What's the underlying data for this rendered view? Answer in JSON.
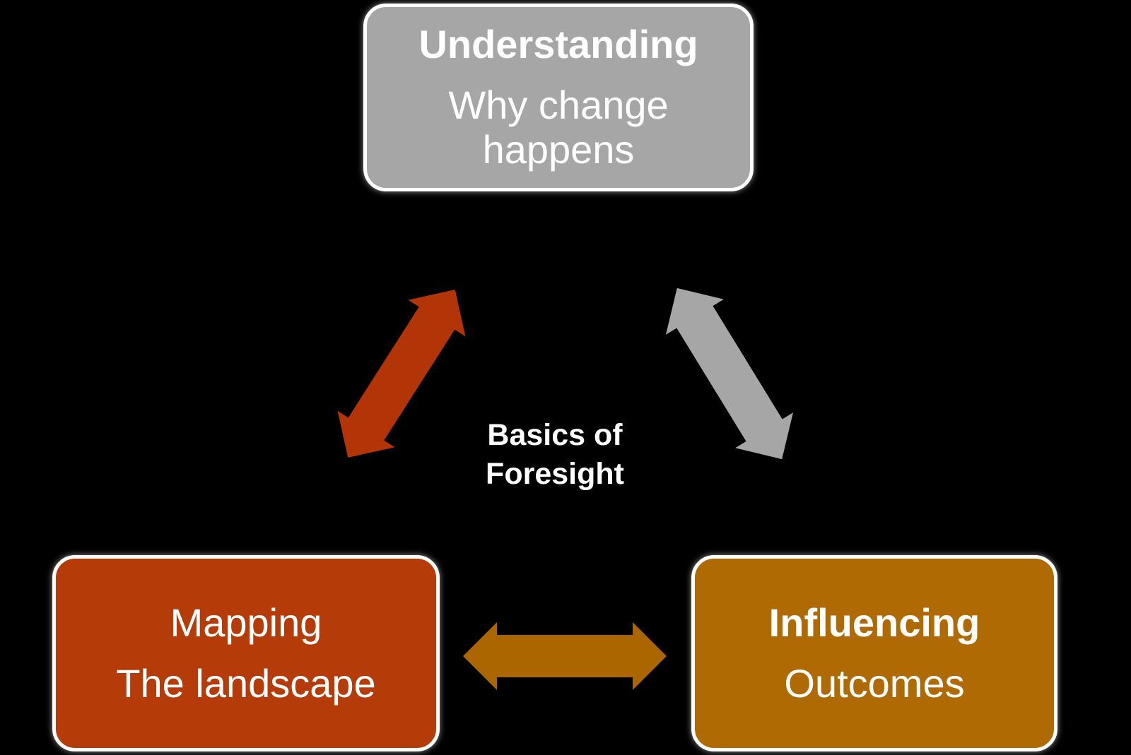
{
  "center_label": {
    "line1": "Basics of",
    "line2": "Foresight"
  },
  "boxes": {
    "understanding": {
      "title": "Understanding",
      "subtitle": "Why change happens"
    },
    "mapping": {
      "title": "Mapping",
      "subtitle": "The landscape"
    },
    "influencing": {
      "title": "Influencing",
      "subtitle": "Outcomes"
    }
  },
  "arrows": {
    "understanding_mapping": {
      "icon": "double-arrow-icon",
      "connects": "Understanding ↔ Mapping"
    },
    "understanding_influencing": {
      "icon": "double-arrow-icon",
      "connects": "Understanding ↔ Influencing"
    },
    "mapping_influencing": {
      "icon": "double-arrow-icon",
      "connects": "Mapping ↔ Influencing"
    }
  },
  "colors": {
    "bg": "#000000",
    "gray_box": "#a6a6a6",
    "gray_arrow": "#a6a6a6",
    "rust_box": "#b53c09",
    "rust_arrow": "#b23407",
    "ochre_box": "#af6a03",
    "ochre_arrow": "#ac6600",
    "text_white": "#ffffff",
    "border_white": "#ffffff"
  }
}
